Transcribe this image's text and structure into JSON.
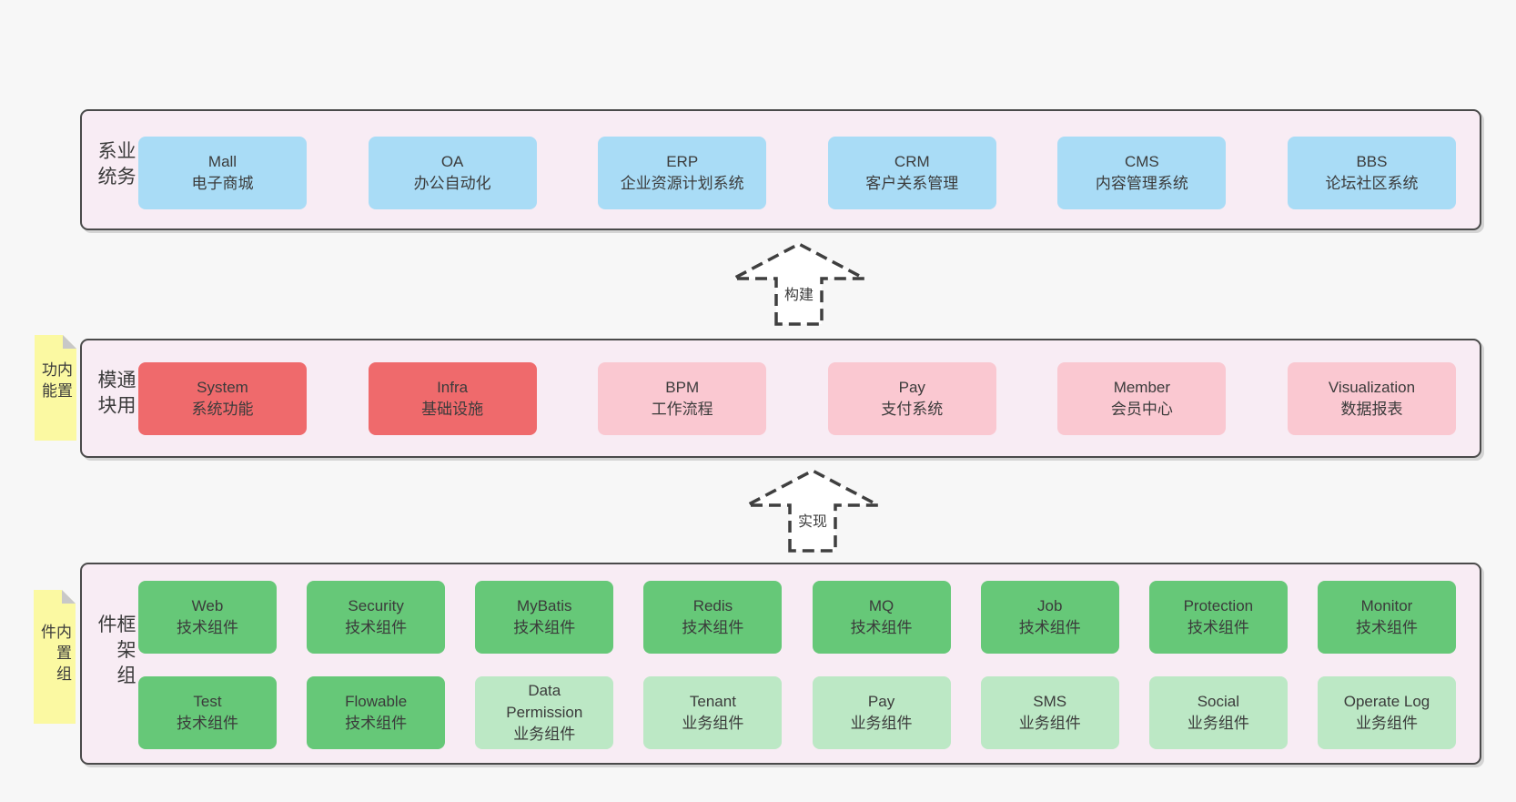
{
  "colors": {
    "page_bg": "#f7f7f7",
    "container_bg": "#f8ecf4",
    "border": "#4a4a4a",
    "text": "#3b3b3b",
    "arrow_stroke": "#3f3f3f",
    "blue": "#a9dcf6",
    "red": "#ef6a6c",
    "pink": "#fac8d1",
    "green": "#66c878",
    "light_green": "#bce8c5",
    "sticky_yellow": "#fbf9a2",
    "sticky_fold": "#c8c8c8"
  },
  "layers": {
    "business": {
      "label": "业务系统",
      "boxes": [
        {
          "name": "Mall",
          "desc": "电子商城"
        },
        {
          "name": "OA",
          "desc": "办公自动化"
        },
        {
          "name": "ERP",
          "desc": "企业资源计划系统"
        },
        {
          "name": "CRM",
          "desc": "客户关系管理"
        },
        {
          "name": "CMS",
          "desc": "内容管理系统"
        },
        {
          "name": "BBS",
          "desc": "论坛社区系统"
        }
      ]
    },
    "modules": {
      "label": "通用模块",
      "sticky": "内置功能",
      "boxes": [
        {
          "name": "System",
          "desc": "系统功能"
        },
        {
          "name": "Infra",
          "desc": "基础设施"
        },
        {
          "name": "BPM",
          "desc": "工作流程"
        },
        {
          "name": "Pay",
          "desc": "支付系统"
        },
        {
          "name": "Member",
          "desc": "会员中心"
        },
        {
          "name": "Visualization",
          "desc": "数据报表"
        }
      ]
    },
    "components": {
      "label": "框架组件",
      "sticky": "内置组件",
      "rows": [
        [
          {
            "name": "Web",
            "desc": "技术组件"
          },
          {
            "name": "Security",
            "desc": "技术组件"
          },
          {
            "name": "MyBatis",
            "desc": "技术组件"
          },
          {
            "name": "Redis",
            "desc": "技术组件"
          },
          {
            "name": "MQ",
            "desc": "技术组件"
          },
          {
            "name": "Job",
            "desc": "技术组件"
          },
          {
            "name": "Protection",
            "desc": "技术组件"
          },
          {
            "name": "Monitor",
            "desc": "技术组件"
          }
        ],
        [
          {
            "name": "Test",
            "desc": "技术组件"
          },
          {
            "name": "Flowable",
            "desc": "技术组件"
          },
          {
            "name": "Data Permission",
            "desc": "业务组件"
          },
          {
            "name": "Tenant",
            "desc": "业务组件"
          },
          {
            "name": "Pay",
            "desc": "业务组件"
          },
          {
            "name": "SMS",
            "desc": "业务组件"
          },
          {
            "name": "Social",
            "desc": "业务组件"
          },
          {
            "name": "Operate Log",
            "desc": "业务组件"
          }
        ]
      ]
    }
  },
  "arrows": {
    "build": {
      "label": "构建"
    },
    "implement": {
      "label": "实现"
    }
  }
}
